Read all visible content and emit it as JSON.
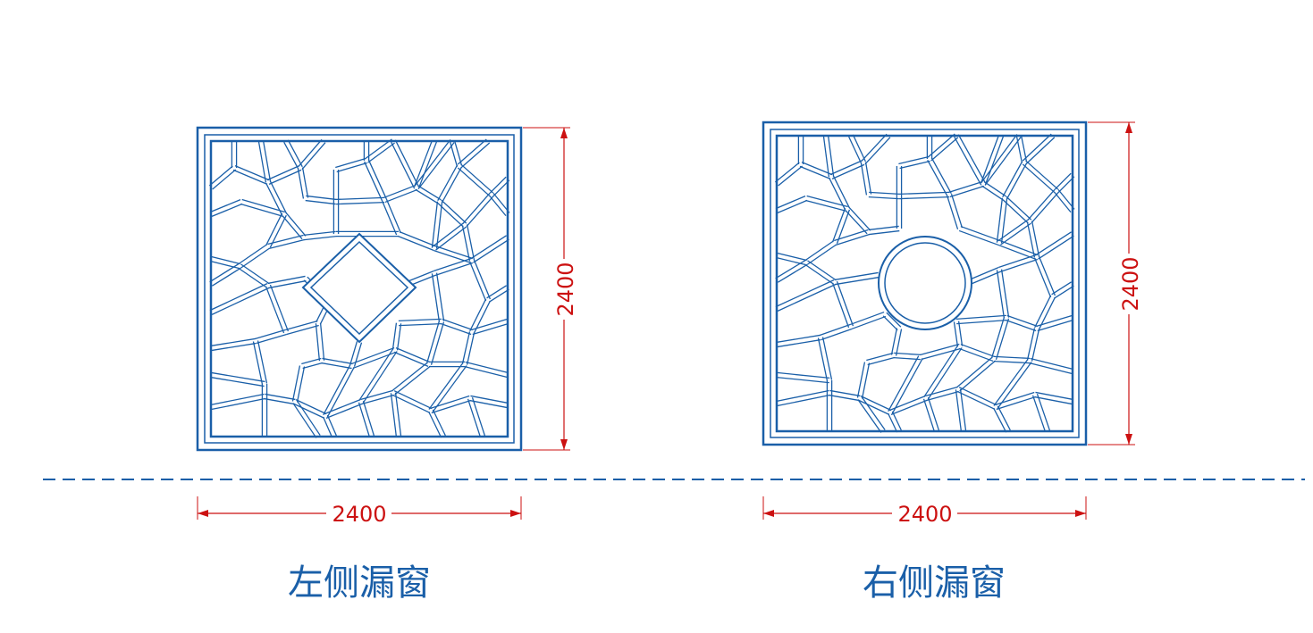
{
  "colors": {
    "frame": "#1a5fa8",
    "dimension": "#cc1111",
    "centerline": "#1a5fa8",
    "background": "#ffffff"
  },
  "panels": [
    {
      "id": "left",
      "caption": "左侧漏窗",
      "width_label": "2400",
      "height_label": "2400",
      "center_motif": "diamond"
    },
    {
      "id": "right",
      "caption": "右侧漏窗",
      "width_label": "2400",
      "height_label": "2400",
      "center_motif": "circle"
    }
  ]
}
